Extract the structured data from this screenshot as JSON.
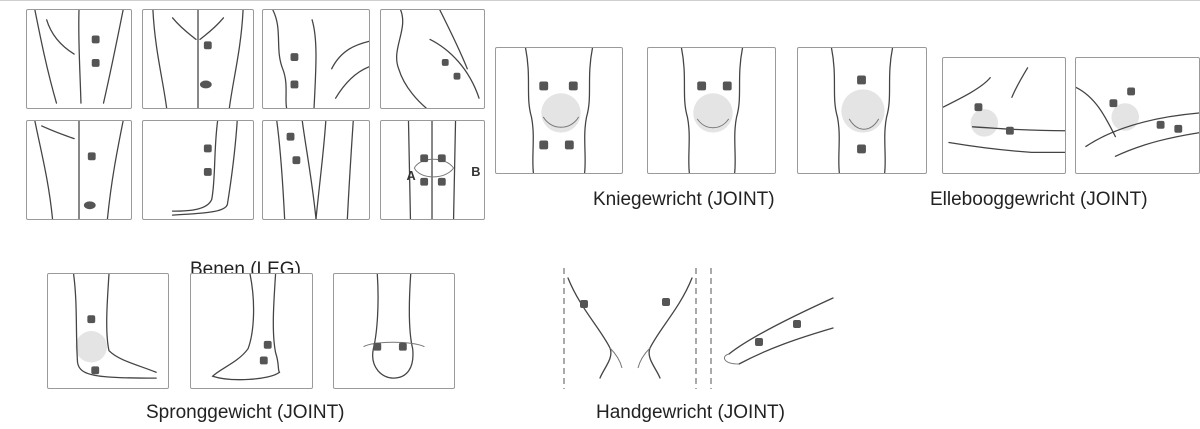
{
  "groups": {
    "leg": {
      "caption": "Benen (LEG)"
    },
    "knee": {
      "caption": "Kniegewricht  (JOINT)"
    },
    "elbow": {
      "caption": "Ellebooggewricht (JOINT)"
    },
    "ankle": {
      "caption": "Spronggewicht (JOINT)"
    },
    "wrist": {
      "caption": "Handgewricht (JOINT)"
    }
  },
  "leg_panel_labels": {
    "a": "A",
    "b": "B"
  }
}
